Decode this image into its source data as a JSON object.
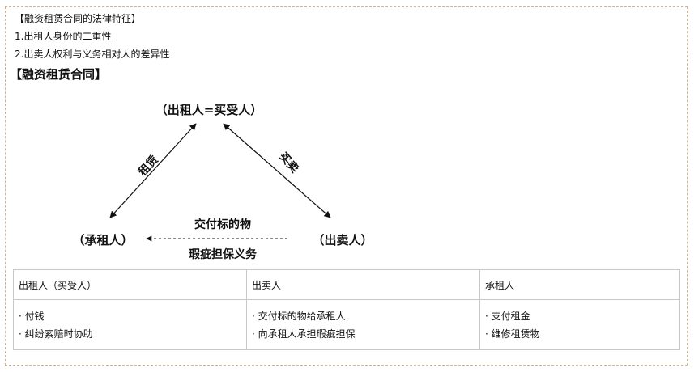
{
  "intro": {
    "title": "【融资租赁合同的法律特征】",
    "points": [
      "1.出租人身份的二重性",
      "2.出卖人权利与义务相对人的差异性"
    ]
  },
  "section_heading": "【融资租赁合同】",
  "diagram": {
    "top_node": "（出租人=买受人）",
    "left_node": "（承租人）",
    "right_node": "（出卖人）",
    "left_edge_label": "租赁",
    "right_edge_label": "买卖",
    "bottom_label_top": "交付标的物",
    "bottom_label_bottom": "瑕疵担保义务"
  },
  "table": {
    "headers": [
      "出租人（买受人）",
      "出卖人",
      "承租人"
    ],
    "columns": [
      [
        "· 付钱",
        "· 纠纷索赔时协助"
      ],
      [
        "· 交付标的物给承租人",
        "· 向承租人承担瑕疵担保"
      ],
      [
        "· 支付租金",
        "· 维修租赁物"
      ]
    ]
  }
}
